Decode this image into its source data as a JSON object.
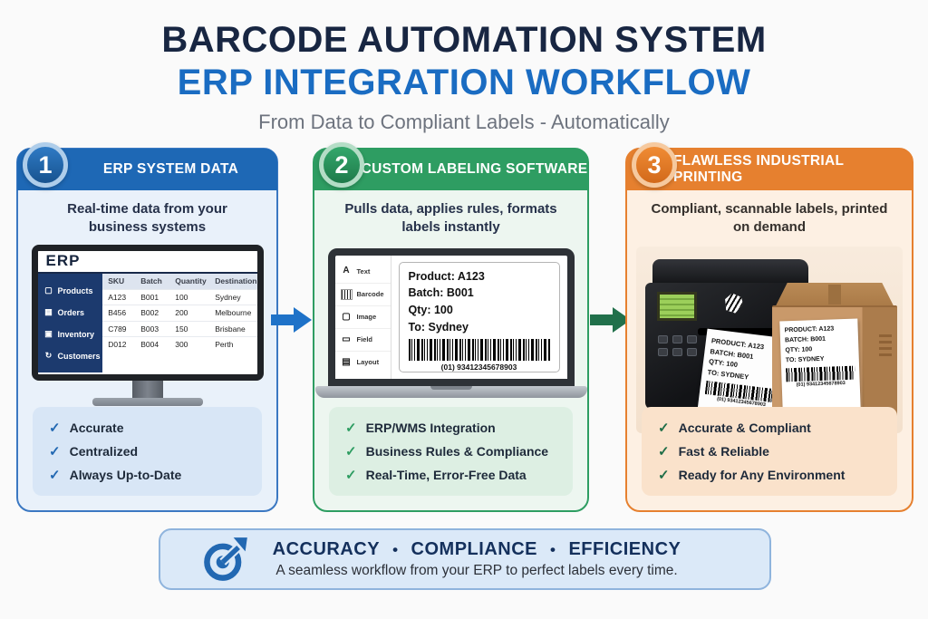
{
  "header": {
    "title": "BARCODE AUTOMATION SYSTEM",
    "subtitle": "ERP INTEGRATION WORKFLOW",
    "tagline": "From Data to Compliant Labels - Automatically"
  },
  "icons": {
    "check": "✓",
    "products": "▢",
    "orders": "▦",
    "inventory": "▣",
    "customers": "↻",
    "tool_text": "A",
    "tool_image": "▢",
    "tool_field": "▭",
    "tool_layout": "▤"
  },
  "panels": [
    {
      "number": "1",
      "title": "ERP SYSTEM DATA",
      "description": "Real-time data from your business systems",
      "checklist": [
        "Accurate",
        "Centralized",
        "Always Up-to-Date"
      ],
      "accent": "#1e68b5"
    },
    {
      "number": "2",
      "title": "CUSTOM LABELING SOFTWARE",
      "description": "Pulls data, applies rules, formats labels instantly",
      "checklist": [
        "ERP/WMS Integration",
        "Business Rules & Compliance",
        "Real-Time, Error-Free Data"
      ],
      "accent": "#2e9d62"
    },
    {
      "number": "3",
      "title": "FLAWLESS INDUSTRIAL PRINTING",
      "description": "Compliant, scannable labels, printed on demand",
      "checklist": [
        "Accurate & Compliant",
        "Fast & Reliable",
        "Ready for Any Environment"
      ],
      "accent": "#e6802f"
    }
  ],
  "erp_screen": {
    "logo": "ERP",
    "sidebar": [
      "Products",
      "Orders",
      "Inventory",
      "Customers"
    ],
    "table": {
      "headers": [
        "SKU",
        "Batch",
        "Quantity",
        "Destination"
      ],
      "rows": [
        [
          "A123",
          "B001",
          "100",
          "Sydney"
        ],
        [
          "B456",
          "B002",
          "200",
          "Melbourne"
        ],
        [
          "C789",
          "B003",
          "150",
          "Brisbane"
        ],
        [
          "D012",
          "B004",
          "300",
          "Perth"
        ]
      ]
    }
  },
  "label_software": {
    "tools": [
      "Text",
      "Barcode",
      "Image",
      "Field",
      "Layout"
    ],
    "label": {
      "lines": [
        "Product: A123",
        "Batch: B001",
        "Qty: 100",
        "To: Sydney"
      ],
      "barcode_text": "(01) 93412345678903"
    }
  },
  "printing": {
    "printer_label": {
      "lines": [
        "PRODUCT: A123",
        "BATCH: B001",
        "QTY: 100",
        "TO: SYDNEY"
      ],
      "barcode_text": "(01) 93412345678903"
    },
    "box_label": {
      "lines": [
        "PRODUCT: A123",
        "BATCH: B001",
        "QTY: 100",
        "TO: SYDNEY"
      ],
      "barcode_text": "(01) 93412345678903"
    }
  },
  "footer": {
    "words": [
      "ACCURACY",
      "COMPLIANCE",
      "EFFICIENCY"
    ],
    "bullet": "•",
    "tagline": "A seamless workflow from your ERP to perfect labels every time."
  },
  "colors": {
    "title_navy": "#182642",
    "title_blue": "#1a6cc2",
    "accent_blue": "#1e68b5",
    "accent_green": "#2e9d62",
    "accent_orange": "#e6802f",
    "arrow_blue": "#1e72c8",
    "arrow_green": "#21704b"
  }
}
